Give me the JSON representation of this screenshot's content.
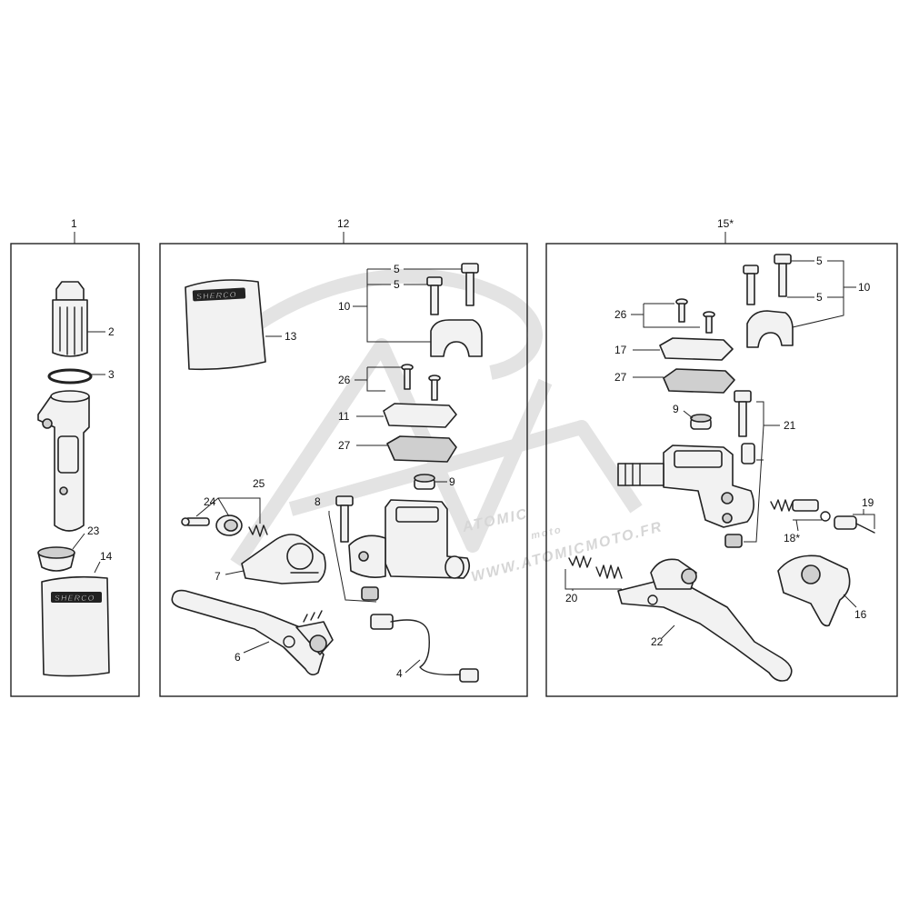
{
  "panels": [
    {
      "id": "1",
      "label": "1"
    },
    {
      "id": "12",
      "label": "12"
    },
    {
      "id": "15",
      "label": "15*"
    }
  ],
  "callouts": {
    "p2": "2",
    "p3": "3",
    "p23": "23",
    "p14": "14",
    "p13": "13",
    "p10a": "10",
    "p5a": "5",
    "p5b": "5",
    "p26a": "26",
    "p11": "11",
    "p27a": "27",
    "p9a": "9",
    "p8": "8",
    "p24": "24",
    "p25": "25",
    "p7": "7",
    "p6": "6",
    "p4": "4",
    "p5c": "5",
    "p5d": "5",
    "p10b": "10",
    "p26b": "26",
    "p17": "17",
    "p27b": "27",
    "p9b": "9",
    "p21": "21",
    "p19": "19",
    "p18": "18*",
    "p20": "20",
    "p22": "22",
    "p16": "16"
  },
  "logos": {
    "bag13": "SHERCO",
    "bag14": "SHERCO"
  },
  "watermark": {
    "brand": "ATOMIC",
    "sub": "moto",
    "url": "WWW.ATOMICMOTO.FR"
  }
}
